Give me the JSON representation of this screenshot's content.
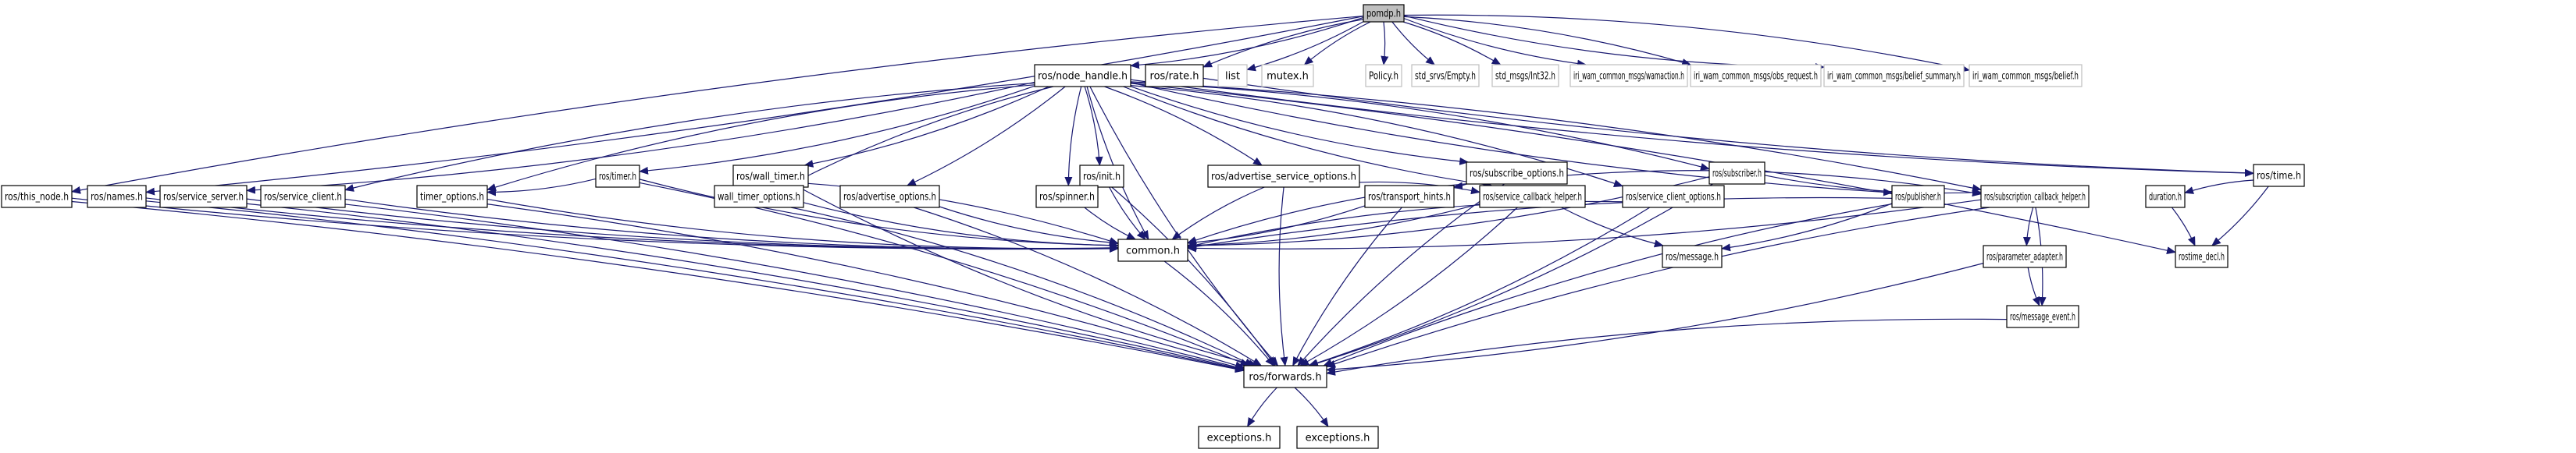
{
  "graph": {
    "title": "pomdp.h include dependency graph",
    "colors": {
      "edge": "#191970",
      "root_fill": "#bfbfbf",
      "node_border": "#000000",
      "external_border": "#bfbfbf"
    },
    "nodes": [
      {
        "id": "pomdp",
        "label": "pomdp.h",
        "kind": "root"
      },
      {
        "id": "node_handle",
        "label": "ros/node_handle.h"
      },
      {
        "id": "rate",
        "label": "ros/rate.h"
      },
      {
        "id": "list",
        "label": "list",
        "kind": "external"
      },
      {
        "id": "mutex",
        "label": "mutex.h",
        "kind": "external"
      },
      {
        "id": "policy",
        "label": "Policy.h",
        "kind": "external"
      },
      {
        "id": "empty",
        "label": "std_srvs/Empty.h",
        "kind": "external"
      },
      {
        "id": "int32",
        "label": "std_msgs/Int32.h",
        "kind": "external"
      },
      {
        "id": "wamaction",
        "label": "iri_wam_common_msgs/wamaction.h",
        "kind": "external"
      },
      {
        "id": "obs_request",
        "label": "iri_wam_common_msgs/obs_request.h",
        "kind": "external"
      },
      {
        "id": "belief_summary",
        "label": "iri_wam_common_msgs/belief_summary.h",
        "kind": "external"
      },
      {
        "id": "belief",
        "label": "iri_wam_common_msgs/belief.h",
        "kind": "external"
      },
      {
        "id": "timer",
        "label": "ros/timer.h"
      },
      {
        "id": "wall_timer",
        "label": "ros/wall_timer.h"
      },
      {
        "id": "init",
        "label": "ros/init.h"
      },
      {
        "id": "adv_srv_opts",
        "label": "ros/advertise_service_options.h"
      },
      {
        "id": "sub_opts",
        "label": "ros/subscribe_options.h"
      },
      {
        "id": "subscriber",
        "label": "ros/subscriber.h"
      },
      {
        "id": "time",
        "label": "ros/time.h"
      },
      {
        "id": "this_node",
        "label": "ros/this_node.h"
      },
      {
        "id": "names",
        "label": "ros/names.h"
      },
      {
        "id": "service_server",
        "label": "ros/service_server.h"
      },
      {
        "id": "service_client",
        "label": "ros/service_client.h"
      },
      {
        "id": "timer_options",
        "label": "timer_options.h"
      },
      {
        "id": "wall_timer_options",
        "label": "wall_timer_options.h"
      },
      {
        "id": "adv_opts",
        "label": "ros/advertise_options.h"
      },
      {
        "id": "spinner",
        "label": "ros/spinner.h"
      },
      {
        "id": "transport_hints",
        "label": "ros/transport_hints.h"
      },
      {
        "id": "srv_cb_helper",
        "label": "ros/service_callback_helper.h"
      },
      {
        "id": "srv_client_opts",
        "label": "ros/service_client_options.h"
      },
      {
        "id": "publisher",
        "label": "ros/publisher.h"
      },
      {
        "id": "sub_cb_helper",
        "label": "ros/subscription_callback_helper.h"
      },
      {
        "id": "duration",
        "label": "duration.h"
      },
      {
        "id": "common",
        "label": "common.h"
      },
      {
        "id": "message",
        "label": "ros/message.h"
      },
      {
        "id": "param_adapter",
        "label": "ros/parameter_adapter.h"
      },
      {
        "id": "rostime_decl",
        "label": "rostime_decl.h"
      },
      {
        "id": "message_event",
        "label": "ros/message_event.h"
      },
      {
        "id": "forwards",
        "label": "ros/forwards.h"
      },
      {
        "id": "exceptions1",
        "label": "exceptions.h"
      },
      {
        "id": "exceptions2",
        "label": "exceptions.h"
      }
    ],
    "edges": [
      [
        "pomdp",
        "node_handle"
      ],
      [
        "pomdp",
        "rate"
      ],
      [
        "pomdp",
        "list"
      ],
      [
        "pomdp",
        "mutex"
      ],
      [
        "pomdp",
        "policy"
      ],
      [
        "pomdp",
        "empty"
      ],
      [
        "pomdp",
        "int32"
      ],
      [
        "pomdp",
        "wamaction"
      ],
      [
        "pomdp",
        "obs_request"
      ],
      [
        "pomdp",
        "belief_summary"
      ],
      [
        "pomdp",
        "belief"
      ],
      [
        "pomdp",
        "this_node"
      ],
      [
        "pomdp",
        "names"
      ],
      [
        "node_handle",
        "forwards"
      ],
      [
        "node_handle",
        "service_server"
      ],
      [
        "node_handle",
        "service_client"
      ],
      [
        "node_handle",
        "timer"
      ],
      [
        "node_handle",
        "timer_options"
      ],
      [
        "node_handle",
        "wall_timer"
      ],
      [
        "node_handle",
        "wall_timer_options"
      ],
      [
        "node_handle",
        "adv_opts"
      ],
      [
        "node_handle",
        "spinner"
      ],
      [
        "node_handle",
        "init"
      ],
      [
        "node_handle",
        "common"
      ],
      [
        "node_handle",
        "adv_srv_opts"
      ],
      [
        "node_handle",
        "sub_opts"
      ],
      [
        "node_handle",
        "subscriber"
      ],
      [
        "node_handle",
        "srv_cb_helper"
      ],
      [
        "node_handle",
        "srv_client_opts"
      ],
      [
        "node_handle",
        "publisher"
      ],
      [
        "node_handle",
        "sub_cb_helper"
      ],
      [
        "node_handle",
        "time"
      ],
      [
        "node_handle",
        "rostime_decl"
      ],
      [
        "rate",
        "time"
      ],
      [
        "timer",
        "timer_options"
      ],
      [
        "timer",
        "common"
      ],
      [
        "timer",
        "forwards"
      ],
      [
        "wall_timer",
        "wall_timer_options"
      ],
      [
        "wall_timer",
        "common"
      ],
      [
        "wall_timer",
        "forwards"
      ],
      [
        "init",
        "spinner"
      ],
      [
        "init",
        "common"
      ],
      [
        "init",
        "forwards"
      ],
      [
        "adv_srv_opts",
        "common"
      ],
      [
        "adv_srv_opts",
        "srv_cb_helper"
      ],
      [
        "adv_srv_opts",
        "forwards"
      ],
      [
        "sub_opts",
        "transport_hints"
      ],
      [
        "sub_opts",
        "common"
      ],
      [
        "sub_opts",
        "sub_cb_helper"
      ],
      [
        "sub_opts",
        "forwards"
      ],
      [
        "subscriber",
        "common"
      ],
      [
        "subscriber",
        "sub_cb_helper"
      ],
      [
        "subscriber",
        "forwards"
      ],
      [
        "time",
        "duration"
      ],
      [
        "time",
        "rostime_decl"
      ],
      [
        "this_node",
        "common"
      ],
      [
        "this_node",
        "forwards"
      ],
      [
        "names",
        "common"
      ],
      [
        "names",
        "forwards"
      ],
      [
        "service_server",
        "common"
      ],
      [
        "service_server",
        "forwards"
      ],
      [
        "service_client",
        "common"
      ],
      [
        "service_client",
        "forwards"
      ],
      [
        "timer_options",
        "common"
      ],
      [
        "timer_options",
        "forwards"
      ],
      [
        "wall_timer_options",
        "common"
      ],
      [
        "wall_timer_options",
        "forwards"
      ],
      [
        "adv_opts",
        "common"
      ],
      [
        "adv_opts",
        "forwards"
      ],
      [
        "spinner",
        "common"
      ],
      [
        "transport_hints",
        "common"
      ],
      [
        "transport_hints",
        "forwards"
      ],
      [
        "srv_cb_helper",
        "common"
      ],
      [
        "srv_cb_helper",
        "message"
      ],
      [
        "srv_cb_helper",
        "forwards"
      ],
      [
        "srv_client_opts",
        "common"
      ],
      [
        "srv_client_opts",
        "forwards"
      ],
      [
        "publisher",
        "common"
      ],
      [
        "publisher",
        "message"
      ],
      [
        "publisher",
        "forwards"
      ],
      [
        "sub_cb_helper",
        "common"
      ],
      [
        "sub_cb_helper",
        "param_adapter"
      ],
      [
        "sub_cb_helper",
        "message_event"
      ],
      [
        "sub_cb_helper",
        "forwards"
      ],
      [
        "duration",
        "rostime_decl"
      ],
      [
        "param_adapter",
        "message_event"
      ],
      [
        "param_adapter",
        "forwards"
      ],
      [
        "message_event",
        "forwards"
      ],
      [
        "common",
        "forwards"
      ],
      [
        "forwards",
        "exceptions1"
      ],
      [
        "forwards",
        "exceptions2"
      ]
    ]
  }
}
